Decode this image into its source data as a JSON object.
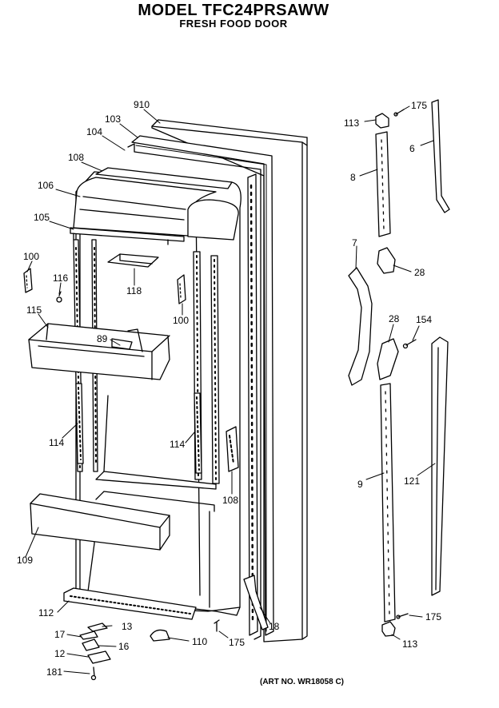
{
  "header": {
    "model_title": "MODEL TFC24PRSAWW",
    "subtitle": "FRESH FOOD DOOR"
  },
  "footer": {
    "art_no": "(ART NO. WR18058 C)"
  },
  "parts": [
    {
      "id": "p910",
      "text": "910"
    },
    {
      "id": "p103",
      "text": "103"
    },
    {
      "id": "p104",
      "text": "104"
    },
    {
      "id": "p108a",
      "text": "108"
    },
    {
      "id": "p106",
      "text": "106"
    },
    {
      "id": "p105",
      "text": "105"
    },
    {
      "id": "p100a",
      "text": "100"
    },
    {
      "id": "p116",
      "text": "116"
    },
    {
      "id": "p118",
      "text": "118"
    },
    {
      "id": "p100b",
      "text": "100"
    },
    {
      "id": "p115",
      "text": "115"
    },
    {
      "id": "p89",
      "text": "89"
    },
    {
      "id": "p114a",
      "text": "114"
    },
    {
      "id": "p114b",
      "text": "114"
    },
    {
      "id": "p108b",
      "text": "108"
    },
    {
      "id": "p109",
      "text": "109"
    },
    {
      "id": "p112",
      "text": "112"
    },
    {
      "id": "p13",
      "text": "13"
    },
    {
      "id": "p17",
      "text": "17"
    },
    {
      "id": "p16",
      "text": "16"
    },
    {
      "id": "p12",
      "text": "12"
    },
    {
      "id": "p181",
      "text": "181"
    },
    {
      "id": "p110",
      "text": "110"
    },
    {
      "id": "p175a",
      "text": "175"
    },
    {
      "id": "p18",
      "text": "18"
    },
    {
      "id": "p113a",
      "text": "113"
    },
    {
      "id": "p175b",
      "text": "175"
    },
    {
      "id": "p6",
      "text": "6"
    },
    {
      "id": "p8",
      "text": "8"
    },
    {
      "id": "p7",
      "text": "7"
    },
    {
      "id": "p28a",
      "text": "28"
    },
    {
      "id": "p28b",
      "text": "28"
    },
    {
      "id": "p154",
      "text": "154"
    },
    {
      "id": "p9",
      "text": "9"
    },
    {
      "id": "p121",
      "text": "121"
    },
    {
      "id": "p175c",
      "text": "175"
    },
    {
      "id": "p113b",
      "text": "113"
    }
  ]
}
